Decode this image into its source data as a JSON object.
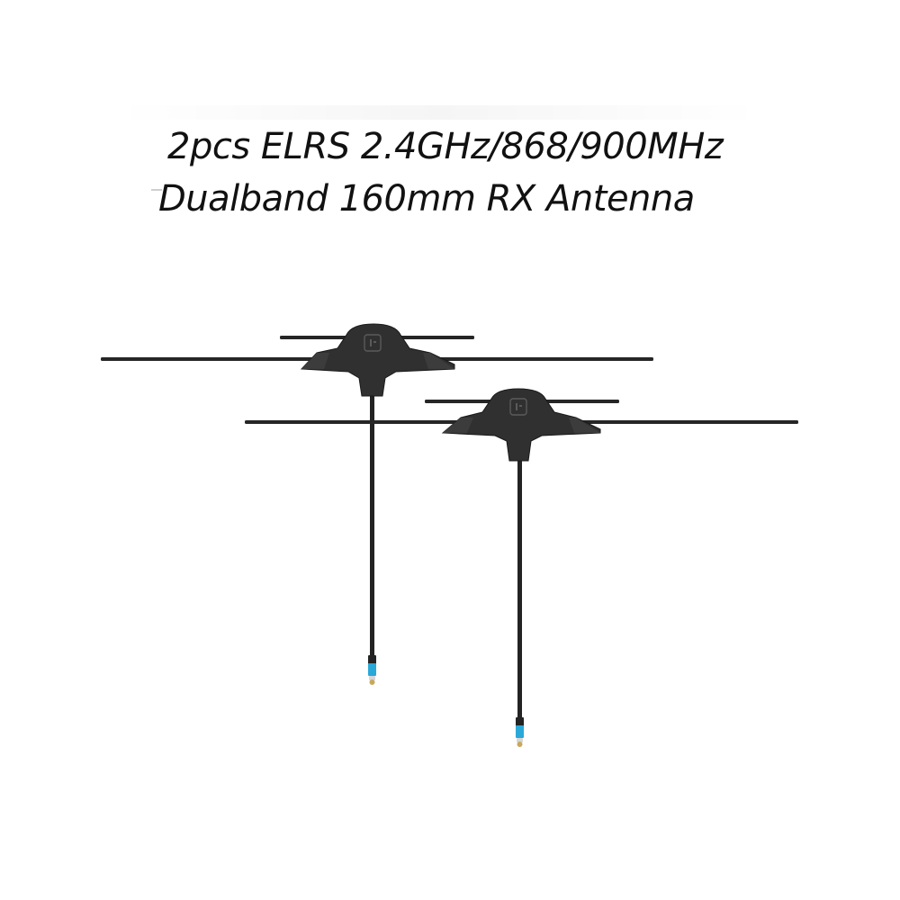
{
  "title": {
    "line1": "2pcs ELRS 2.4GHz/868/900MHz",
    "line2": "Dualband 160mm RX Antenna"
  },
  "product": {
    "quantity": 2,
    "antenna_color": "#1e1e1e",
    "connector_accent_color": "#2aa8d8",
    "connector_tip_color": "#c9a75c"
  }
}
